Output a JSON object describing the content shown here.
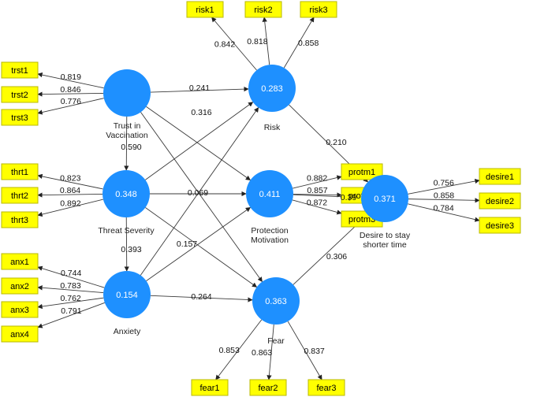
{
  "constructs": [
    {
      "id": "trust",
      "label_lines": [
        "Trust in",
        "Vaccination"
      ],
      "value": ""
    },
    {
      "id": "threat",
      "label_lines": [
        "Threat Severity"
      ],
      "value": "0.348"
    },
    {
      "id": "anxiety",
      "label_lines": [
        "Anxiety"
      ],
      "value": "0.154"
    },
    {
      "id": "risk",
      "label_lines": [
        "Risk"
      ],
      "value": "0.283"
    },
    {
      "id": "protmot",
      "label_lines": [
        "Protection",
        "Motivation"
      ],
      "value": "0.411"
    },
    {
      "id": "fear",
      "label_lines": [
        "Fear"
      ],
      "value": "0.363"
    },
    {
      "id": "desire",
      "label_lines": [
        "Desire to stay",
        "shorter time"
      ],
      "value": "0.371"
    }
  ],
  "indicators": [
    {
      "id": "risk1",
      "label": "risk1",
      "construct": "risk",
      "loading": "0.842"
    },
    {
      "id": "risk2",
      "label": "risk2",
      "construct": "risk",
      "loading": "0.818"
    },
    {
      "id": "risk3",
      "label": "risk3",
      "construct": "risk",
      "loading": "0.858"
    },
    {
      "id": "trst1",
      "label": "trst1",
      "construct": "trust",
      "loading": "0.819"
    },
    {
      "id": "trst2",
      "label": "trst2",
      "construct": "trust",
      "loading": "0.846"
    },
    {
      "id": "trst3",
      "label": "trst3",
      "construct": "trust",
      "loading": "0.776"
    },
    {
      "id": "thrt1",
      "label": "thrt1",
      "construct": "threat",
      "loading": "0.823"
    },
    {
      "id": "thrt2",
      "label": "thrt2",
      "construct": "threat",
      "loading": "0.864"
    },
    {
      "id": "thrt3",
      "label": "thrt3",
      "construct": "threat",
      "loading": "0.892"
    },
    {
      "id": "anx1",
      "label": "anx1",
      "construct": "anxiety",
      "loading": "0.744"
    },
    {
      "id": "anx2",
      "label": "anx2",
      "construct": "anxiety",
      "loading": "0.783"
    },
    {
      "id": "anx3",
      "label": "anx3",
      "construct": "anxiety",
      "loading": "0.762"
    },
    {
      "id": "anx4",
      "label": "anx4",
      "construct": "anxiety",
      "loading": "0.791"
    },
    {
      "id": "protm1",
      "label": "protm1",
      "construct": "protmot",
      "loading": "0.882"
    },
    {
      "id": "protm2",
      "label": "protm2",
      "construct": "protmot",
      "loading": "0.857"
    },
    {
      "id": "protm3",
      "label": "protm3",
      "construct": "protmot",
      "loading": "0.872"
    },
    {
      "id": "desire1",
      "label": "desire1",
      "construct": "desire",
      "loading": "0.756"
    },
    {
      "id": "desire2",
      "label": "desire2",
      "construct": "desire",
      "loading": "0.858"
    },
    {
      "id": "desire3",
      "label": "desire3",
      "construct": "desire",
      "loading": "0.784"
    },
    {
      "id": "fear1",
      "label": "fear1",
      "construct": "fear",
      "loading": "0.853"
    },
    {
      "id": "fear2",
      "label": "fear2",
      "construct": "fear",
      "loading": "0.863"
    },
    {
      "id": "fear3",
      "label": "fear3",
      "construct": "fear",
      "loading": "0.837"
    }
  ],
  "paths": [
    {
      "from": "trust",
      "to": "risk",
      "coef": "0.241"
    },
    {
      "from": "trust",
      "to": "threat",
      "coef": "0.590"
    },
    {
      "from": "trust",
      "to": "protmot",
      "coef": "0.316"
    },
    {
      "from": "trust",
      "to": "fear",
      "coef": ""
    },
    {
      "from": "threat",
      "to": "protmot",
      "coef": "0.069"
    },
    {
      "from": "threat",
      "to": "risk",
      "coef": ""
    },
    {
      "from": "threat",
      "to": "fear",
      "coef": "0.157"
    },
    {
      "from": "threat",
      "to": "anxiety",
      "coef": "0.393"
    },
    {
      "from": "anxiety",
      "to": "fear",
      "coef": "0.264"
    },
    {
      "from": "anxiety",
      "to": "risk",
      "coef": ""
    },
    {
      "from": "anxiety",
      "to": "protmot",
      "coef": ""
    },
    {
      "from": "risk",
      "to": "desire",
      "coef": "0.210"
    },
    {
      "from": "fear",
      "to": "desire",
      "coef": "0.306"
    },
    {
      "from": "protmot",
      "to": "desire",
      "coef": "0.39"
    }
  ]
}
